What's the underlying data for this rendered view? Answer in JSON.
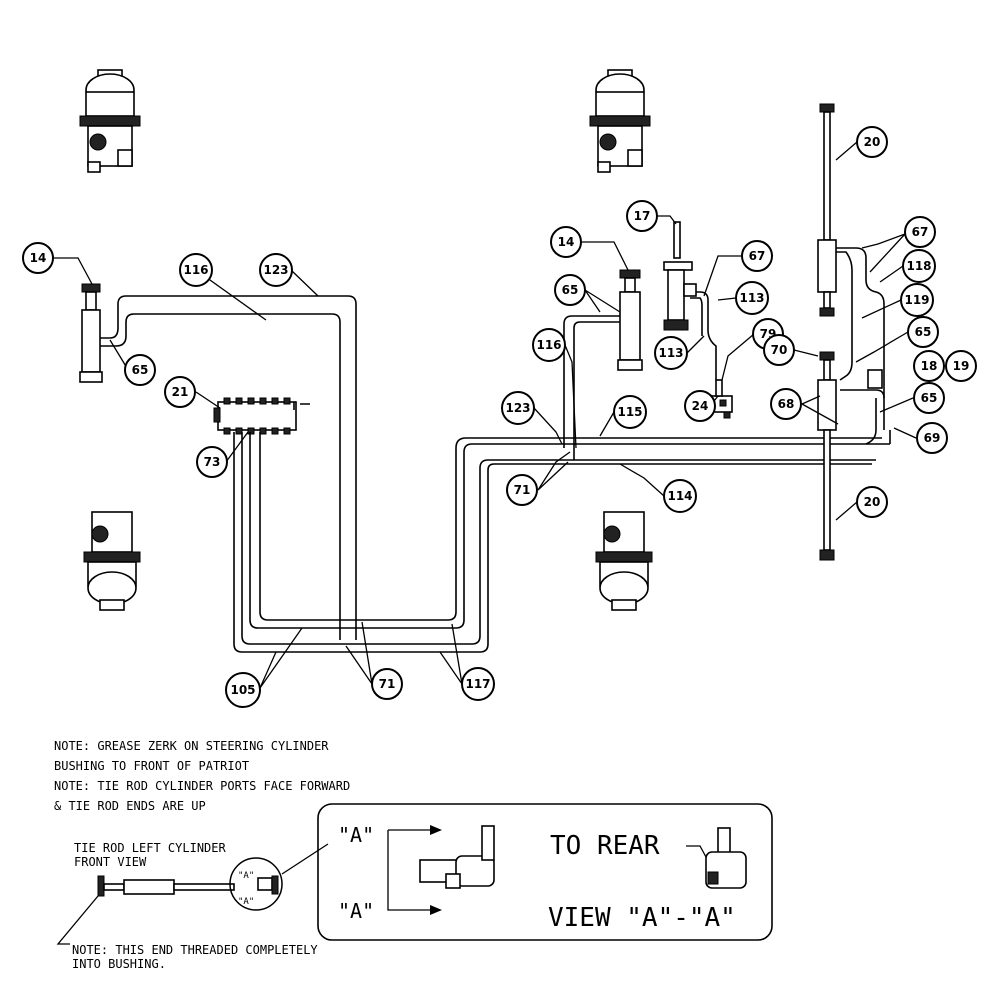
{
  "callouts": {
    "c14_left": "14",
    "c65_left": "65",
    "c116_left": "116",
    "c123_left": "123",
    "c21": "21",
    "c73": "73",
    "c17": "17",
    "c14_right": "14",
    "c67_mid": "67",
    "c65_mid": "65",
    "c113_a": "113",
    "c113_b": "113",
    "c79": "79",
    "c116_mid": "116",
    "c123_mid": "123",
    "c24": "24",
    "c115": "115",
    "c71_mid": "71",
    "c114": "114",
    "c20_top": "20",
    "c67_right": "67",
    "c118": "118",
    "c119": "119",
    "c65_right1": "65",
    "c70": "70",
    "c18": "18",
    "c19": "19",
    "c68": "68",
    "c65_right2": "65",
    "c69": "69",
    "c20_bottom": "20",
    "c105": "105",
    "c71_bottom": "71",
    "c117": "117"
  },
  "notes": {
    "line1": "NOTE: GREASE ZERK ON STEERING CYLINDER",
    "line2": "BUSHING TO FRONT OF PATRIOT",
    "line3": "NOTE: TIE ROD CYLINDER PORTS FACE FORWARD",
    "line4": "& TIE ROD ENDS ARE UP"
  },
  "tie_rod": {
    "title1": "TIE ROD LEFT CYLINDER",
    "title2": "FRONT VIEW",
    "detail_a_top": "\"A\"",
    "detail_a_bottom": "\"A\"",
    "bottom_note1": "NOTE: THIS END THREADED COMPLETELY",
    "bottom_note2": "INTO BUSHING."
  },
  "view_box": {
    "label_a_top": "\"A\"",
    "label_a_bottom": "\"A\"",
    "to_rear": "TO REAR",
    "view_label": "VIEW \"A\"-\"A\""
  }
}
